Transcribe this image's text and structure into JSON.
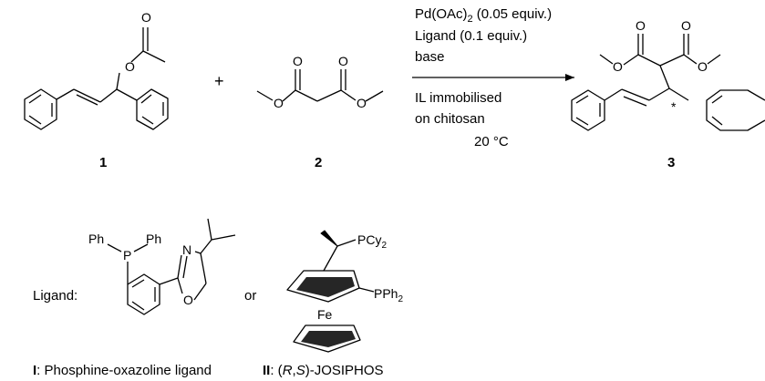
{
  "compounds": [
    {
      "id": "compound-1",
      "label": "1"
    },
    {
      "id": "compound-2",
      "label": "2"
    },
    {
      "id": "compound-3",
      "label": "3"
    }
  ],
  "plus": "+",
  "conditions": {
    "pd_prefix": "Pd(OAc)",
    "pd_sub": "2",
    "pd_suffix": " (0.05 equiv.)",
    "ligand_line": "Ligand (0.1 equiv.)",
    "base": "base",
    "il_line1": "IL immobilised",
    "il_line2": "on chitosan",
    "temp": "20 °C"
  },
  "atoms": {
    "O": "O",
    "N": "N",
    "P": "P",
    "Ph": "Ph",
    "Fe": "Fe",
    "PCy": "PCy",
    "PCy_sub": "2",
    "PPh": "PPh",
    "PPh_sub": "2",
    "stereo_star": "*"
  },
  "ligand_label": "Ligand:",
  "or": "or",
  "captions": {
    "ligand_I_num": "I",
    "ligand_I_text": ": Phosphine-oxazoline ligand",
    "ligand_II_num": "II",
    "ligand_II_sep": ": (",
    "ligand_II_R": "R",
    "ligand_II_comma": ",",
    "ligand_II_S": "S",
    "ligand_II_end": ")-JOSIPHOS"
  }
}
